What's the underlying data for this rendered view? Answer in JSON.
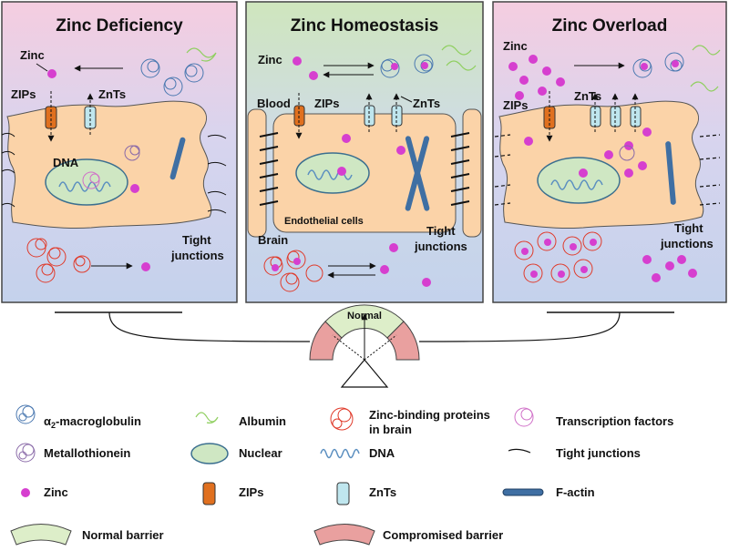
{
  "panels": [
    {
      "title": "Zinc Deficiency",
      "labels": {
        "zinc": "Zinc",
        "zips": "ZIPs",
        "znts": "ZnTs",
        "dna": "DNA",
        "tight_junctions_1": "Tight",
        "tight_junctions_2": "junctions"
      }
    },
    {
      "title": "Zinc Homeostasis",
      "labels": {
        "zinc": "Zinc",
        "blood": "Blood",
        "zips": "ZIPs",
        "znts": "ZnTs",
        "endothelial": "Endothelial cells",
        "brain": "Brain",
        "tight_junctions_1": "Tight",
        "tight_junctions_2": "junctions"
      }
    },
    {
      "title": "Zinc Overload",
      "labels": {
        "zinc": "Zinc",
        "zips": "ZIPs",
        "znts": "ZnTs",
        "tight_junctions_1": "Tight",
        "tight_junctions_2": "junctions"
      }
    }
  ],
  "balance": {
    "label": "Normal"
  },
  "legend": {
    "alpha2_prefix": "α",
    "alpha2_sub": "2",
    "alpha2_suffix": "-macroglobulin",
    "albumin": "Albumin",
    "zinc_binding_1": "Zinc-binding proteins",
    "zinc_binding_2": "in brain",
    "transcription_factors": "Transcription factors",
    "metallothionein": "Metallothionein",
    "nuclear": "Nuclear",
    "dna": "DNA",
    "tight_junctions": "Tight junctions",
    "zinc": "Zinc",
    "zips": "ZIPs",
    "znts": "ZnTs",
    "factin": "F-actin",
    "normal_barrier": "Normal barrier",
    "compromised_barrier": "Compromised barrier"
  },
  "colors": {
    "zinc": "#d63fcf",
    "cell": "#fbd3a8",
    "nucleus": "#cfe7c3",
    "zips": "#e0701f",
    "znts": "#bfe6ee",
    "factin": "#3f6fa3",
    "normal_barrier": "#ddeec9",
    "compromised_barrier": "#e9a09f",
    "panel_deficiency_top": "#f4cfe0",
    "panel_homeostasis_top": "#cfe7c0",
    "panel_overload_top": "#f4cfe0",
    "panel_bottom": "#c7d3ec"
  }
}
